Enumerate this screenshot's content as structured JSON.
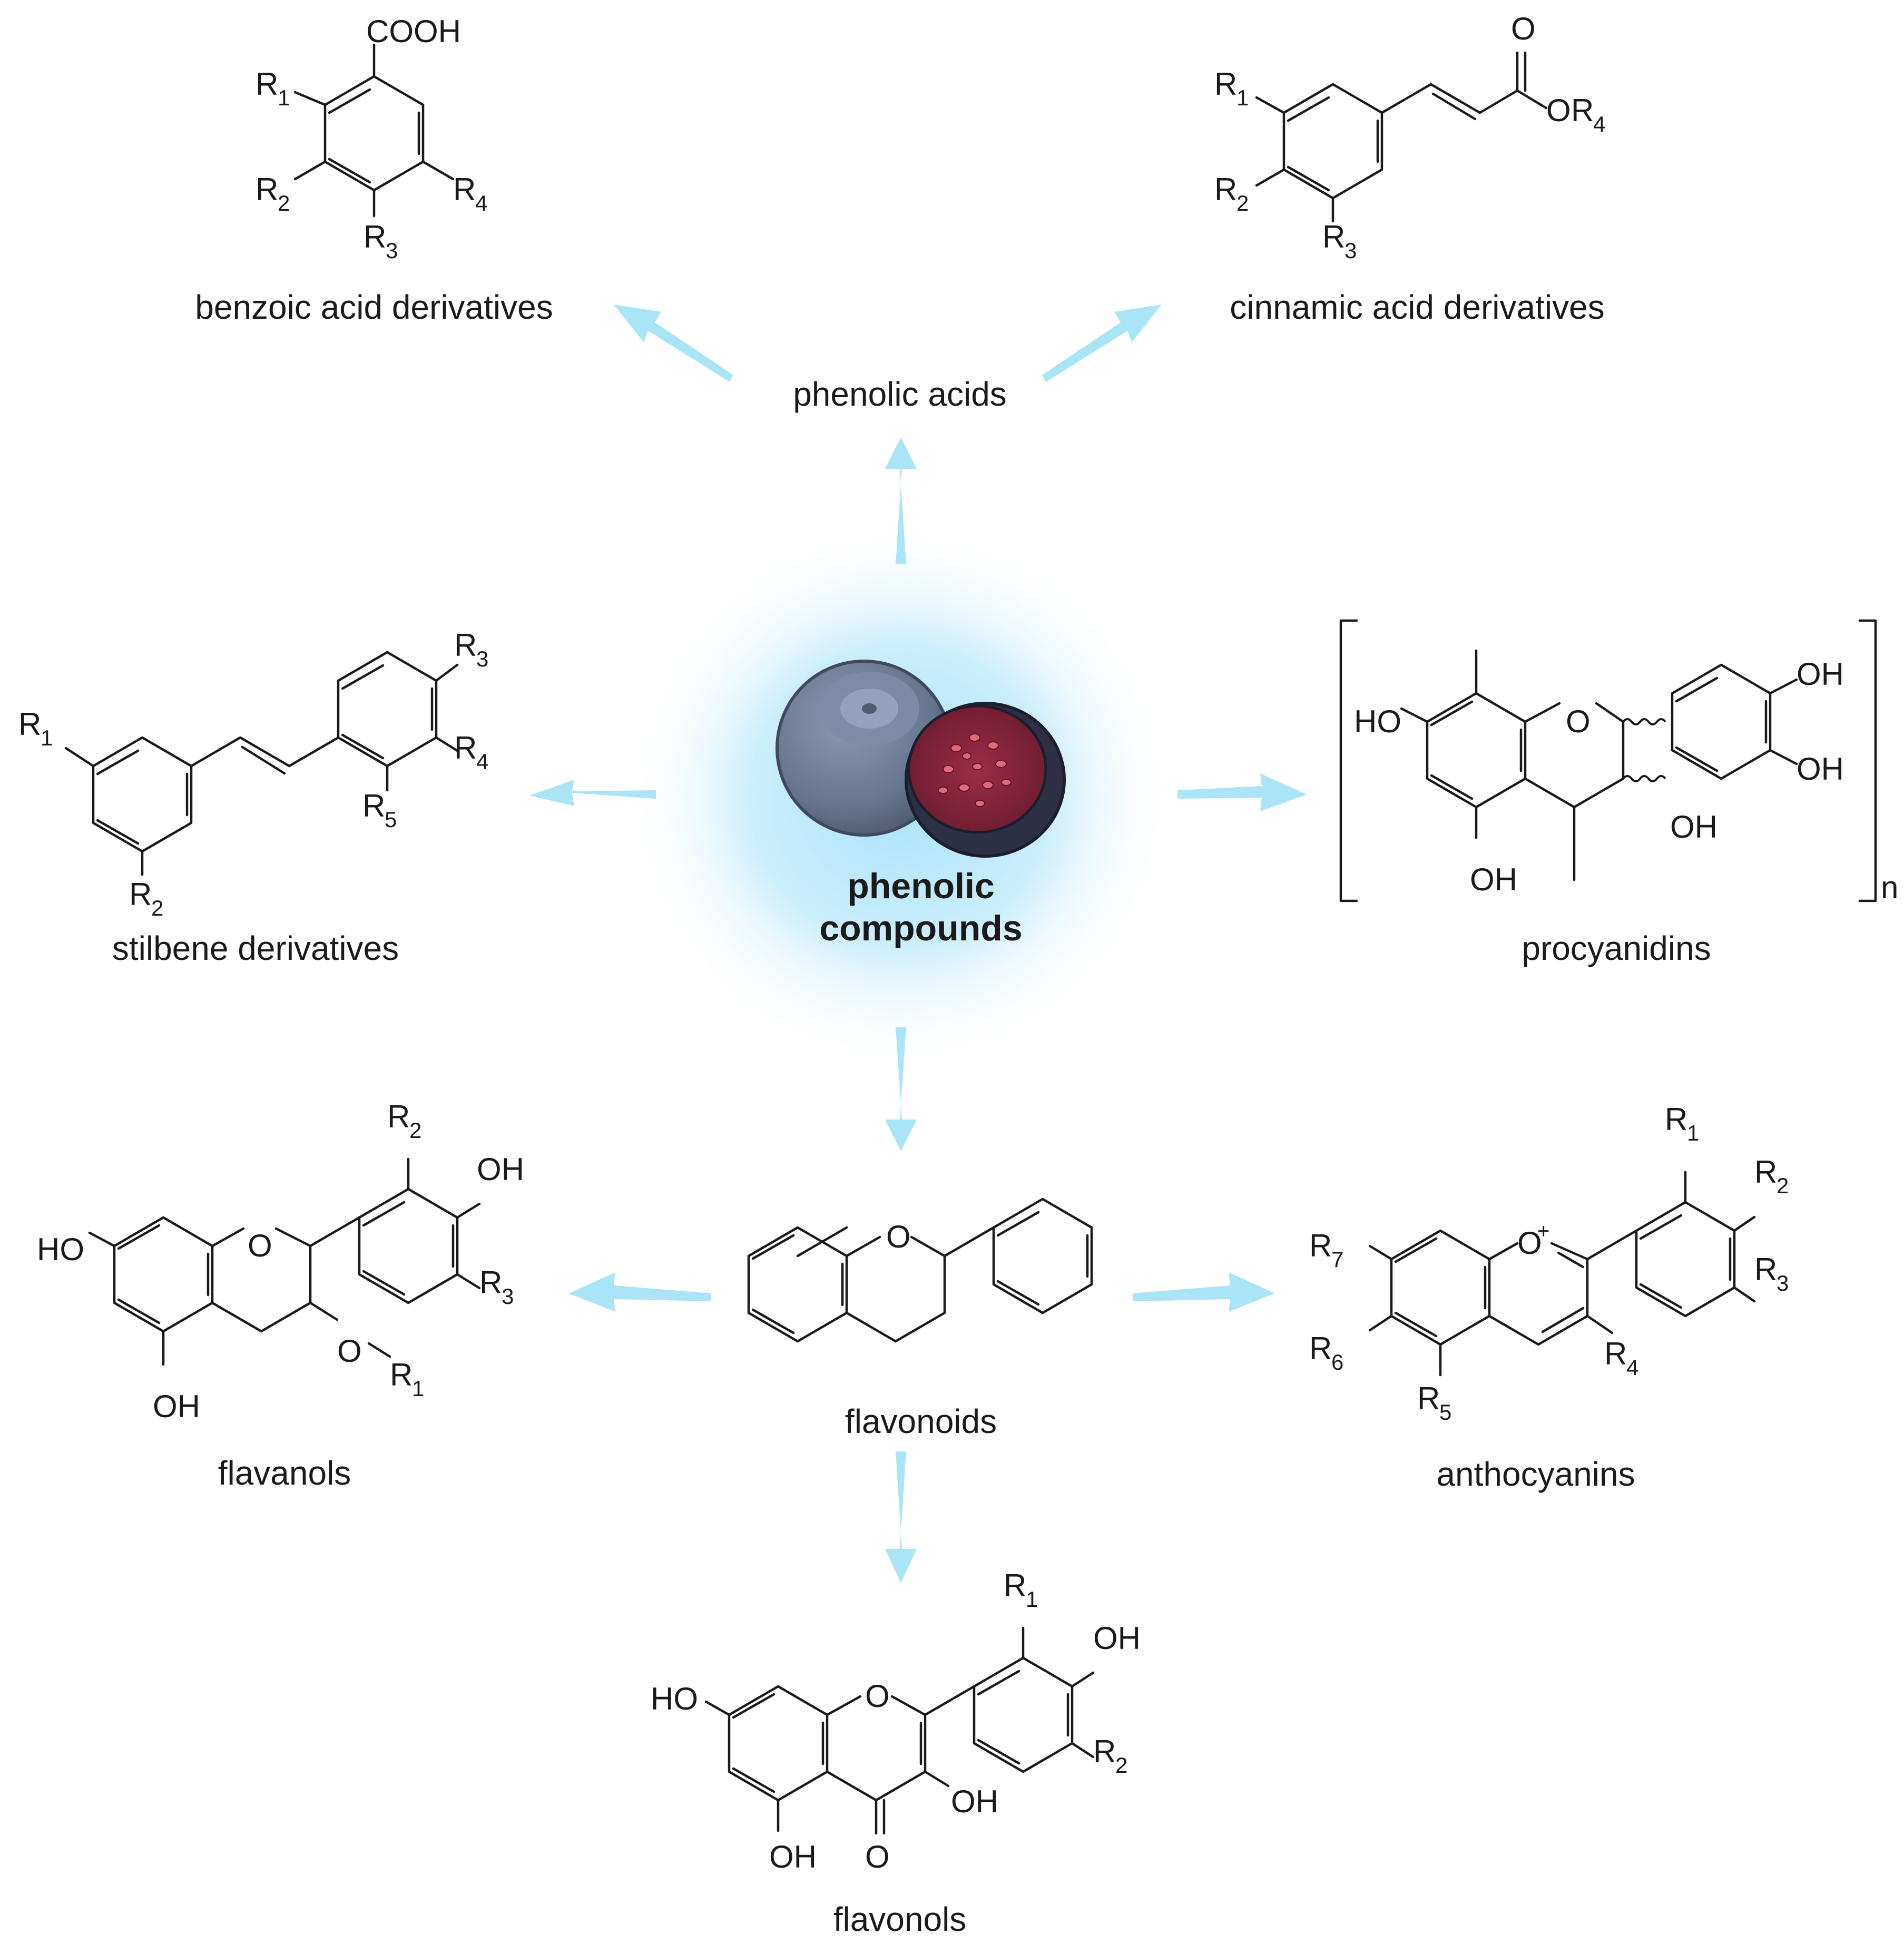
{
  "center": {
    "title_line1": "phenolic",
    "title_line2": "compounds",
    "icon": "berries-icon",
    "glow_color": "#bfe9fb"
  },
  "colors": {
    "arrow": "#a9e4f7",
    "berry_blue": "#6f7f99",
    "berry_red": "#7a1f35",
    "ink": "#1a1a1a"
  },
  "nodes": {
    "phenolic_acids": "phenolic acids",
    "benzoic": "benzoic acid derivatives",
    "cinnamic": "cinnamic acid derivatives",
    "stilbene": "stilbene derivatives",
    "procyanidins": "procyanidins",
    "flavonoids": "flavonoids",
    "flavanols": "flavanols",
    "anthocyanins": "anthocyanins",
    "flavonols": "flavonols"
  },
  "atoms": {
    "cooh": "COOH",
    "o": "O",
    "oh": "OH",
    "ho": "HO",
    "r": "R",
    "n": "n",
    "plus": "+",
    "s1": "1",
    "s2": "2",
    "s3": "3",
    "s4": "4",
    "s5": "5",
    "s6": "6",
    "s7": "7"
  }
}
